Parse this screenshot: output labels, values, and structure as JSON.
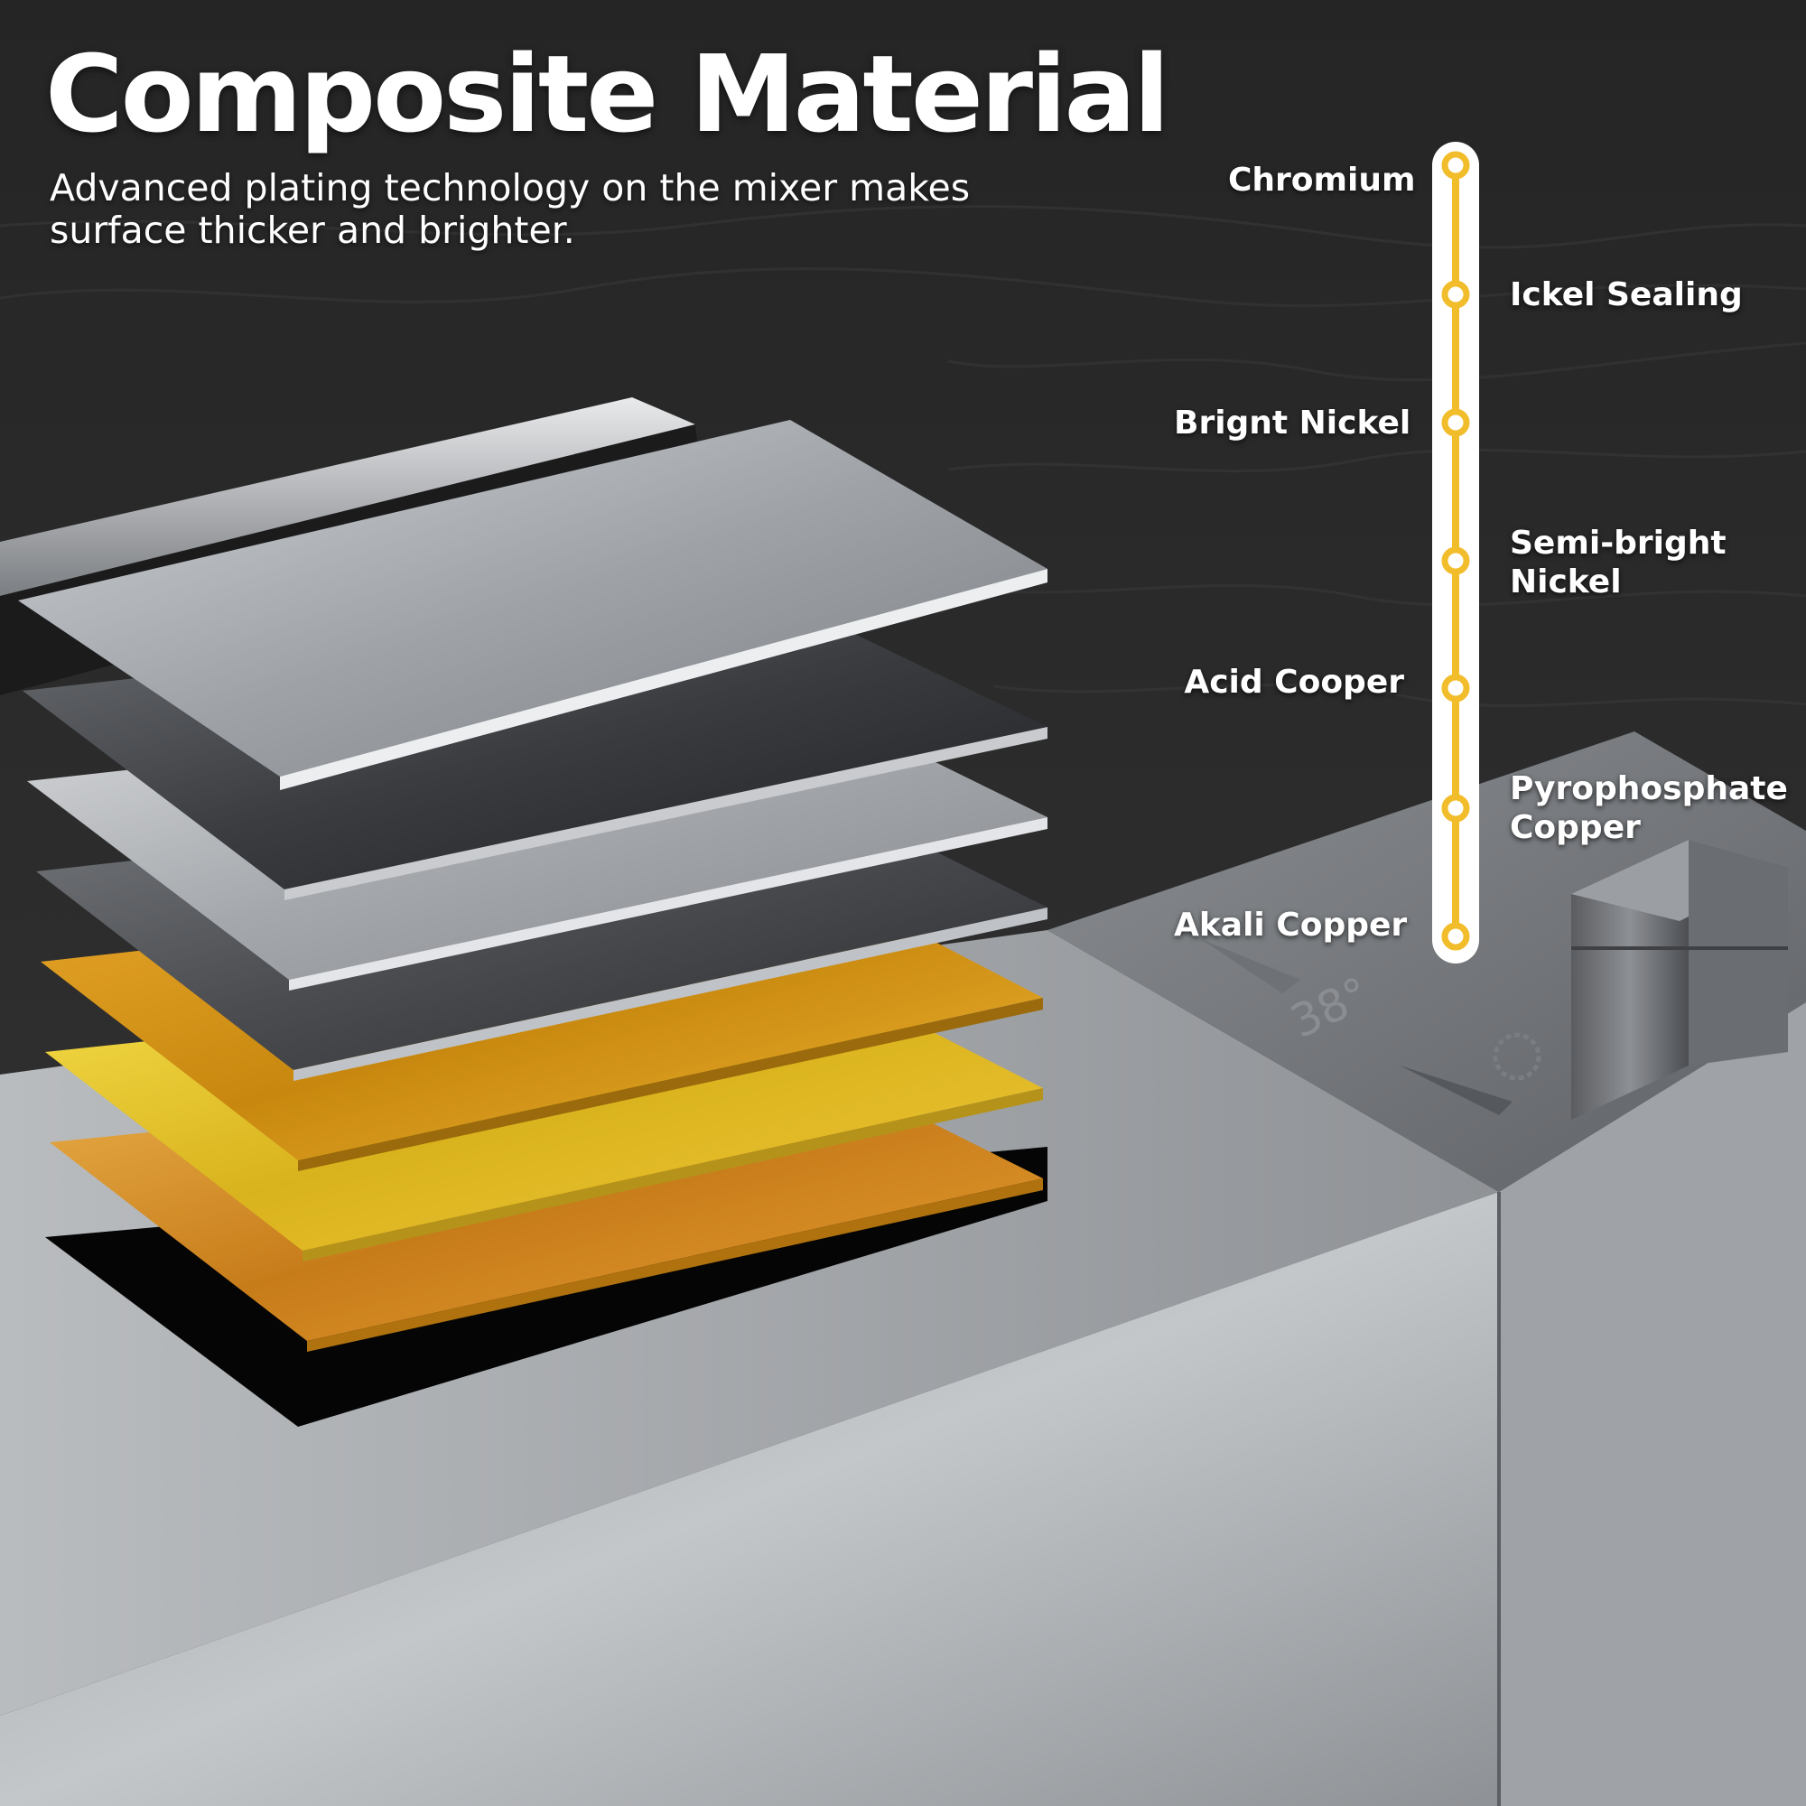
{
  "headline": "Composite Material",
  "subtitle": "Advanced plating technology on the mixer makes surface thicker and brighter.",
  "timeline_color": "#f2bd2b",
  "layers": [
    {
      "name": "Chromium",
      "side": "left",
      "material": "chrome",
      "color": "#b8bcc0"
    },
    {
      "name": "Ickel Sealing",
      "side": "right",
      "material": "dark-nickel",
      "color": "#4a4c50"
    },
    {
      "name": "Brignt Nickel",
      "side": "left",
      "material": "bright-nickel",
      "color": "#c4c7cb"
    },
    {
      "name": "Semi-bright Nickel",
      "side": "right",
      "material": "semi-bright-nickel",
      "color": "#5a5c60"
    },
    {
      "name": "Acid Cooper",
      "side": "left",
      "material": "copper",
      "color": "#d7a21d"
    },
    {
      "name": "Pyrophosphate Copper",
      "side": "right",
      "material": "yellow-copper",
      "color": "#e8c52c"
    },
    {
      "name": "Akali Copper",
      "side": "left",
      "material": "orange-copper",
      "color": "#e09a24"
    }
  ],
  "dial_text": "38°"
}
